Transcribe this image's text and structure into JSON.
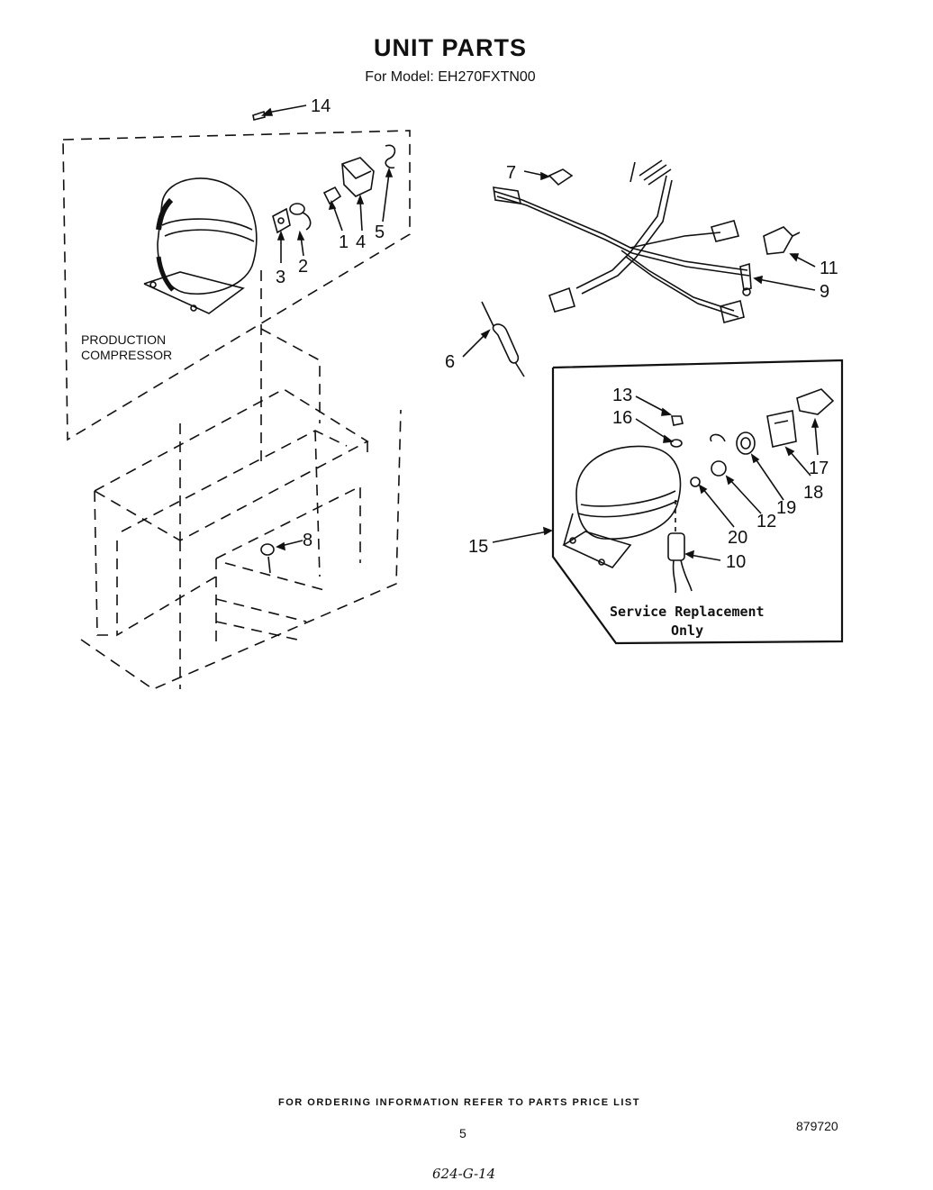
{
  "title": "UNIT PARTS",
  "model_line": "For Model: EH270FXTN00",
  "section_labels": {
    "production_line1": "PRODUCTION",
    "production_line2": "COMPRESSOR",
    "service_line1": "Service Replacement",
    "service_line2": "Only"
  },
  "part_callouts": [
    "14",
    "7",
    "11",
    "9",
    "6",
    "3",
    "2",
    "1",
    "4",
    "5",
    "8",
    "13",
    "16",
    "17",
    "18",
    "19",
    "12",
    "20",
    "15",
    "10"
  ],
  "footer_note": "FOR ORDERING INFORMATION REFER TO PARTS PRICE LIST",
  "page_number": "5",
  "document_number": "879720",
  "handwritten_note": "624-G-14"
}
